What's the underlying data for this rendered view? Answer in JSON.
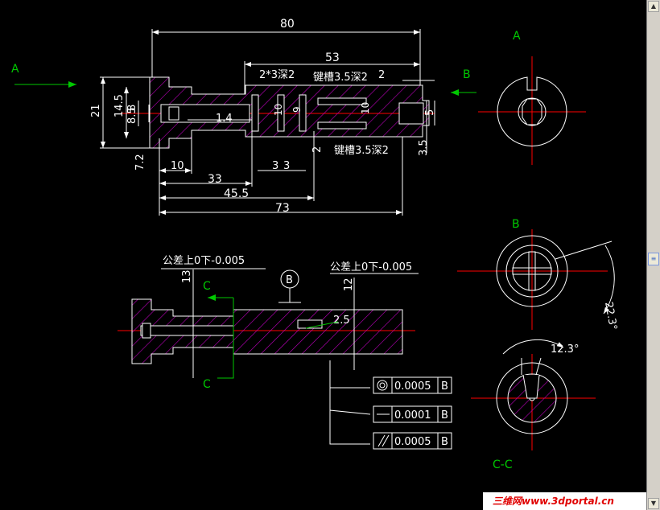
{
  "colors": {
    "background": "#000000",
    "outline": "#ffffff",
    "hatch": "#c000c0",
    "centerline": "#ff0000",
    "section_label": "#00c800",
    "scrollbar": "#d4d0c8"
  },
  "top_view": {
    "dims": {
      "d80": "80",
      "d53": "53",
      "d2_3_deep2": "2*3深2",
      "keyway_top": "键槽3.5深2",
      "d2_top": "2",
      "d21": "21",
      "d14_5": "14.5",
      "d8": "8",
      "d8_5": "8.5",
      "d1_4": "1.4",
      "d10_v": "10",
      "d9": "9",
      "d10_r": "10",
      "d5": "5",
      "d3_5": "3.5",
      "d2_bot": "2",
      "keyway_bot": "键槽3.5深2",
      "d7_2": "7.2",
      "d10_h": "10",
      "d33": "33",
      "d3a": "3",
      "d3b": "3",
      "d45_5": "45.5",
      "d73": "73"
    },
    "label_a": "A",
    "label_b": "B"
  },
  "bottom_view": {
    "tol_left": "公差上0下-0.005",
    "tol_right": "公差上0下-0.005",
    "d13": "13",
    "d12": "12",
    "d2_5": "2.5",
    "datum": "B",
    "label_c_top": "C",
    "label_c_bot": "C"
  },
  "tolerance_frames": [
    {
      "symbol_icon": "concentricity-icon",
      "value": "0.0005",
      "datum": "B"
    },
    {
      "symbol_icon": "straightness-icon",
      "value": "0.0001",
      "datum": "B"
    },
    {
      "symbol_icon": "parallelism-icon",
      "value": "0.0005",
      "datum": "B"
    }
  ],
  "section_views": {
    "a_label": "A",
    "b_label": "B",
    "b_angle": "22.3°",
    "cc_angle": "12.3°",
    "cc_label": "C-C"
  },
  "watermark": {
    "text": "三维网www.3dportal.cn"
  }
}
